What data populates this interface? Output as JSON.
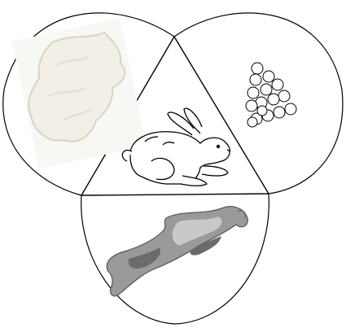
{
  "diagram": {
    "center": "rabbit-icon",
    "panels": [
      {
        "position": "top-left",
        "content": "fur-icon"
      },
      {
        "position": "top-right",
        "content": "pellets-icon"
      },
      {
        "position": "bottom",
        "content": "skin-icon"
      }
    ]
  },
  "colors": {
    "outline": "#000000",
    "background": "#ffffff",
    "fur_fill": "#f2efe7",
    "fur_shadow": "#d9d3c3",
    "skin_dark": "#6b6b6b",
    "skin_mid": "#9a9a9a",
    "skin_light": "#c9c9c9"
  }
}
